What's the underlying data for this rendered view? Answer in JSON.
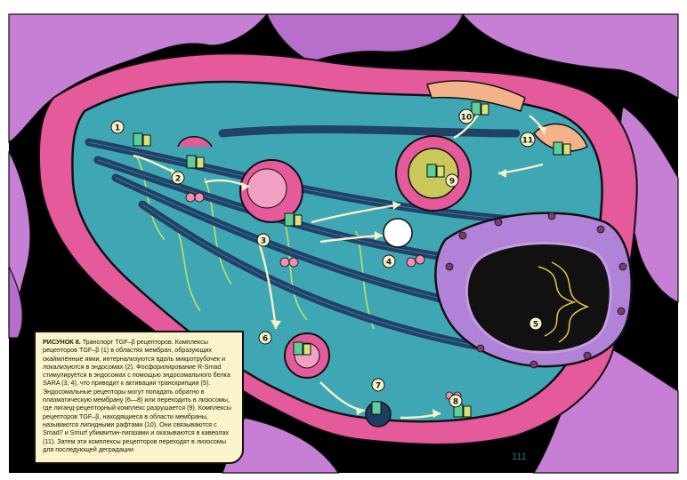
{
  "figure": {
    "caption_title": "РИСУНОК 8.",
    "caption_body": "Транспорт TGF–β рецепторов. Комплексы рецепторов TGF–β (1) в областях мембран, образующих окаймлённые ямки, интернализуются вдоль микротрубочек и локализуются в эндосомах (2). Фосфорилирование R-Smad стимулируется в эндосомах с помощью эндосомального белка SARA (3, 4), что приводит к активации транскрипции (5). Эндосомальные рецепторы могут попадать обратно в плазматическую мембрану (6—8) или переходить в лизосомы, где лиганд-рецепторный комплекс разрушается (9). Комплексы рецепторов TGF–β, находящиеся в области мембраны, называются липидными рафтами (10). Они связываются с Smad7 и Smurf убиквитин-лигазами и оказываются в кавеолах (11). Затем эти комплексы рецепторов переходят в лизосомы для последующей деградации",
    "page_number": "111",
    "labels": [
      "1",
      "2",
      "3",
      "4",
      "5",
      "6",
      "7",
      "8",
      "9",
      "10",
      "11"
    ]
  },
  "colors": {
    "background": "#000000",
    "extracellular": "#c77fd6",
    "membrane_pink": "#e45a9a",
    "cytoplasm": "#3fa7b3",
    "nucleus": "#b083d8",
    "microtubule": "#274f78",
    "caption_bg": "#fbf3c9"
  }
}
